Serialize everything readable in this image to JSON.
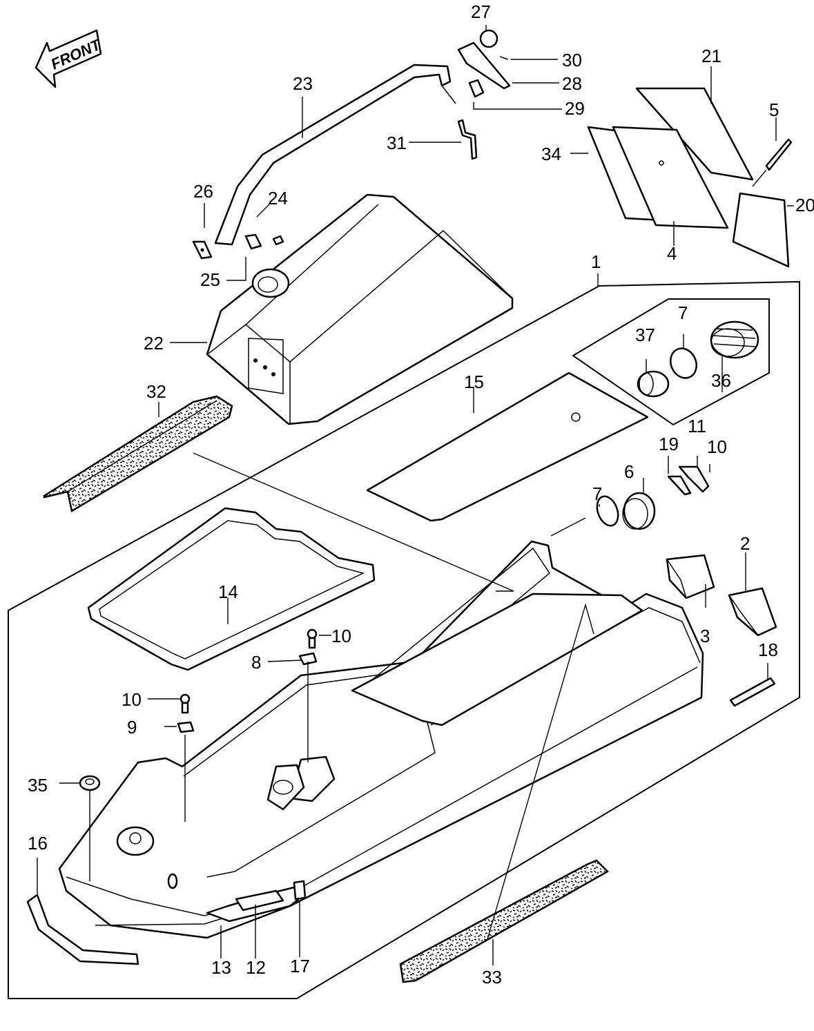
{
  "front_label": "FRONT",
  "callouts": {
    "n1": "1",
    "n2": "2",
    "n3": "3",
    "n4": "4",
    "n5": "5",
    "n6": "6",
    "n7a": "7",
    "n7b": "7",
    "n8": "8",
    "n9": "9",
    "n10a": "10",
    "n10b": "10",
    "n10c": "10",
    "n11": "11",
    "n12": "12",
    "n13": "13",
    "n14": "14",
    "n15": "15",
    "n16": "16",
    "n17": "17",
    "n18": "18",
    "n19": "19",
    "n20": "20",
    "n21": "21",
    "n22": "22",
    "n23": "23",
    "n24": "24",
    "n25": "25",
    "n26": "26",
    "n27": "27",
    "n28": "28",
    "n29": "29",
    "n30": "30",
    "n31": "31",
    "n32": "32",
    "n33": "33",
    "n34": "34",
    "n35": "35",
    "n36": "36",
    "n37": "37"
  }
}
